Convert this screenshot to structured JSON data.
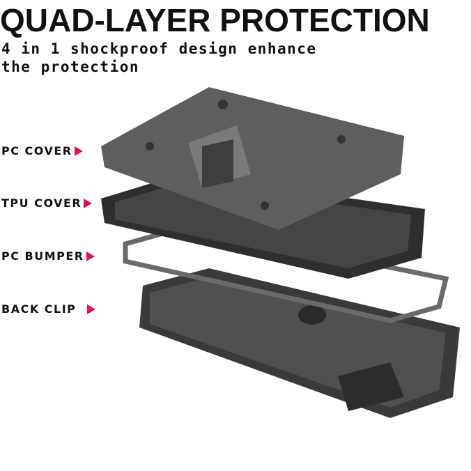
{
  "headline": "QUAD-LAYER PROTECTION",
  "subtitle_line1": "4 in 1 shockproof design enhance",
  "subtitle_line2": "the protection",
  "layers": [
    {
      "label": "PC COVER"
    },
    {
      "label": "TPU COVER"
    },
    {
      "label": "PC BUMPER"
    },
    {
      "label": "BACK CLIP"
    }
  ],
  "colors": {
    "arrow": "#e0144c",
    "text": "#111111"
  }
}
